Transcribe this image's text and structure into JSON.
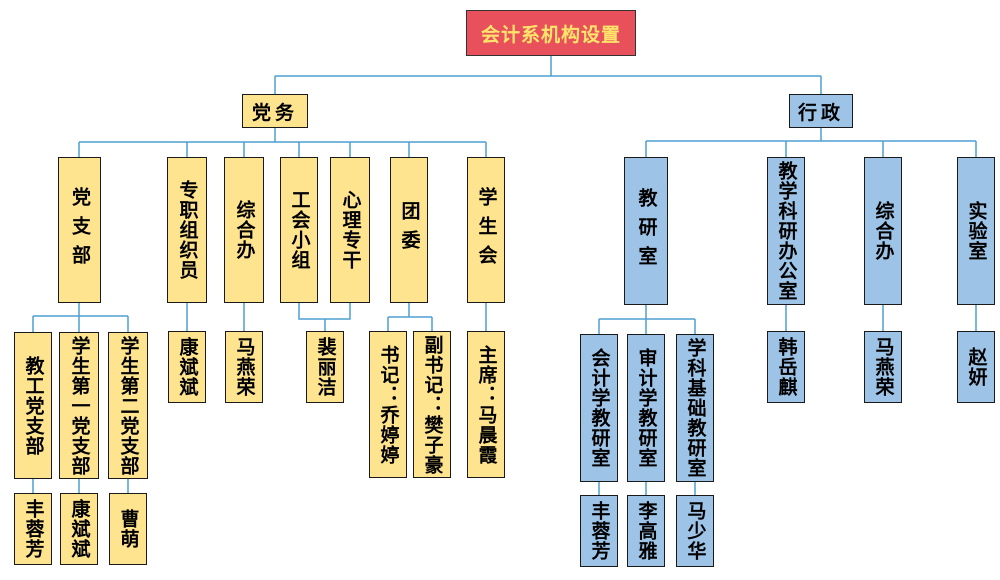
{
  "title": "会计系机构设置",
  "branches": {
    "party": "党务",
    "admin": "行政"
  },
  "party_units": {
    "branch": "党支部",
    "organizer": "专职组织员",
    "office": "综合办",
    "union": "工会小组",
    "psych": "心理专干",
    "league": "团委",
    "student_union": "学生会"
  },
  "party_subunits": {
    "staff_branch": "教工党支部",
    "student_branch_1": "学生第一党支部",
    "student_branch_2": "学生第二党支部",
    "secretary": "书记：乔婷婷",
    "deputy_secretary": "副书记：樊子豪",
    "chair": "主席：马晨霞"
  },
  "party_people": {
    "staff_branch": "丰蓉芳",
    "student_branch_1": "康斌斌",
    "student_branch_2": "曹萌",
    "organizer": "康斌斌",
    "office": "马燕荣",
    "union_psych": "裴丽洁"
  },
  "admin_units": {
    "teaching_research": "教研室",
    "academic_office": "教学科研办公室",
    "office": "综合办",
    "lab": "实验室"
  },
  "admin_subunits": {
    "accounting": "会计学教研室",
    "audit": "审计学教研室",
    "foundation": "学科基础教研室"
  },
  "admin_people": {
    "accounting": "丰蓉芳",
    "audit": "李高雅",
    "foundation": "马少华",
    "academic_office": "韩岳麒",
    "office": "马燕荣",
    "lab": "赵妍"
  },
  "colors": {
    "title_fill": "#e8505b",
    "title_text": "#ffe66b",
    "party_fill": "#ffe48f",
    "admin_fill": "#9dc3e6",
    "connector": "#4f9fd0"
  }
}
